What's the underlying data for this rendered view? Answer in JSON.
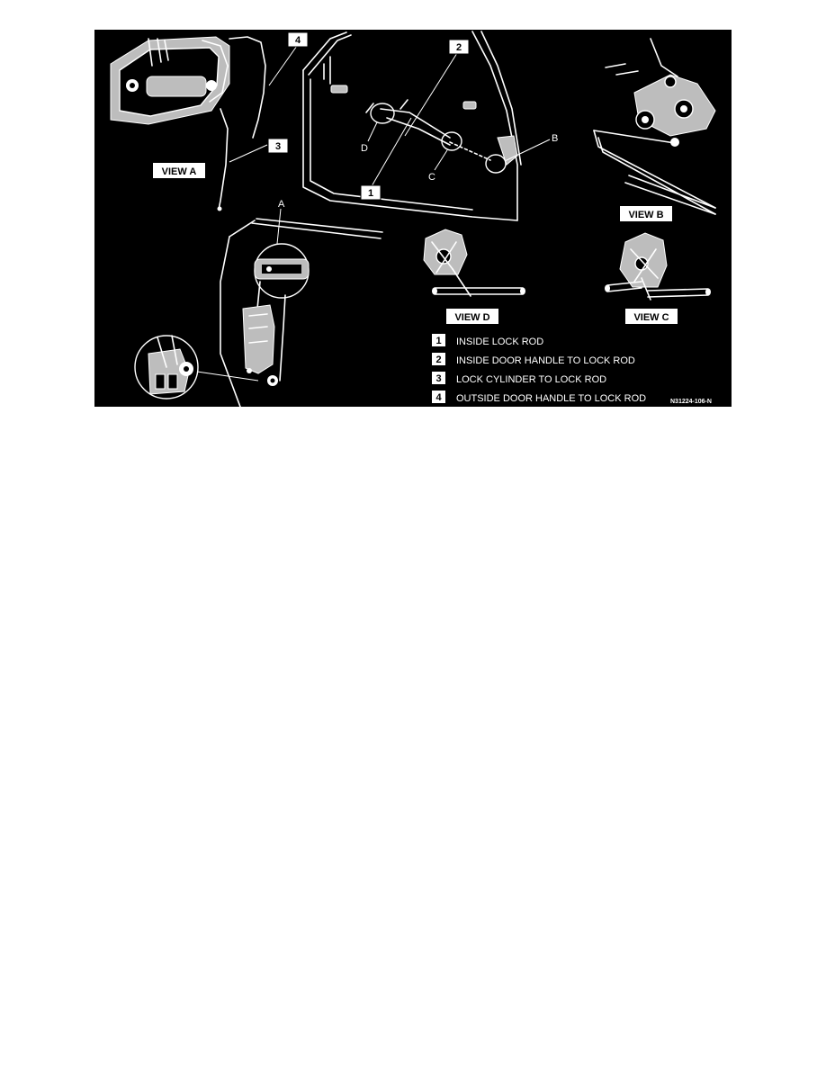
{
  "callouts": [
    "4",
    "2",
    "3",
    "1"
  ],
  "views": {
    "a": "VIEW A",
    "b": "VIEW B",
    "c": "VIEW C",
    "d": "VIEW D"
  },
  "letters": {
    "a": "A",
    "b": "B",
    "c": "C",
    "d": "D"
  },
  "legend": [
    {
      "num": "1",
      "text": "INSIDE LOCK ROD"
    },
    {
      "num": "2",
      "text": "INSIDE DOOR HANDLE TO LOCK ROD"
    },
    {
      "num": "3",
      "text": "LOCK CYLINDER TO LOCK ROD"
    },
    {
      "num": "4",
      "text": "OUTSIDE DOOR HANDLE TO LOCK ROD"
    }
  ],
  "part_number": "N31224-106-N",
  "colors": {
    "background": "#000000",
    "linework": "#ffffff",
    "page": "#ffffff"
  }
}
